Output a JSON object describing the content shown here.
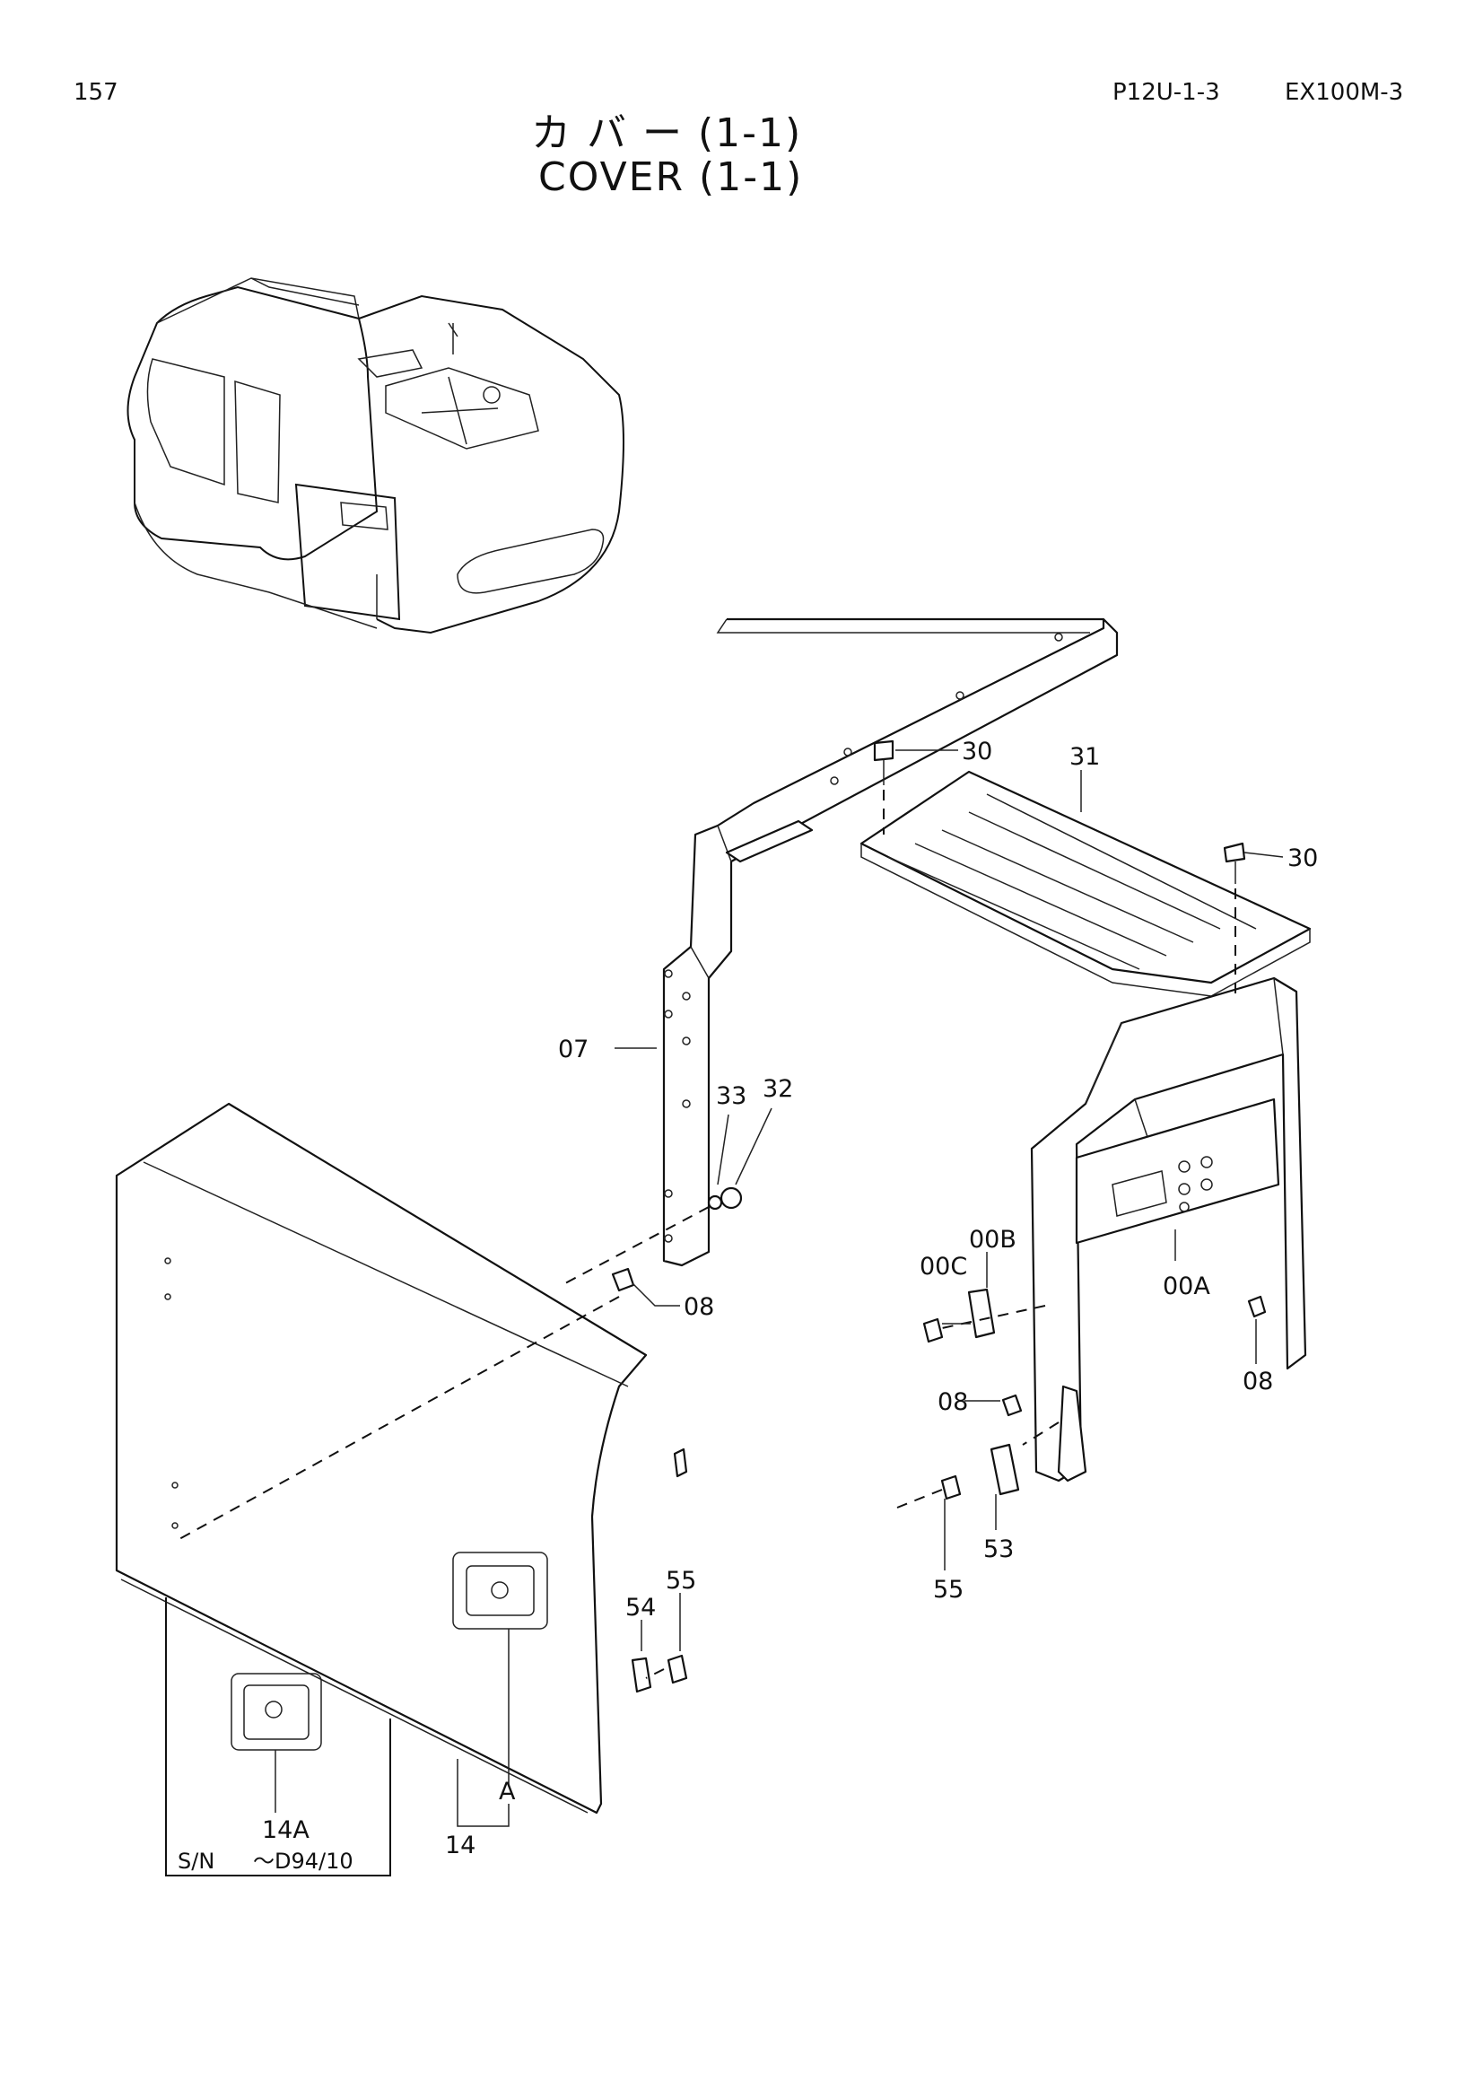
{
  "header": {
    "page_number": "157",
    "figure_code": "P12U-1-3",
    "model": "EX100M-3"
  },
  "title": {
    "jp": "カ バ ー  (1-1)",
    "en": "COVER (1-1)"
  },
  "serial_box": {
    "label": "S/N",
    "range": "～D94/10"
  },
  "callouts": {
    "c30a": "30",
    "c31": "31",
    "c30b": "30",
    "c07": "07",
    "c33": "33",
    "c32": "32",
    "c08a": "08",
    "c00B": "00B",
    "c00C": "00C",
    "c00A": "00A",
    "c08b": "08",
    "c08c": "08",
    "c53": "53",
    "c55a": "55",
    "c54": "54",
    "c55b": "55",
    "cA": "A",
    "c14": "14",
    "c14A": "14A"
  }
}
